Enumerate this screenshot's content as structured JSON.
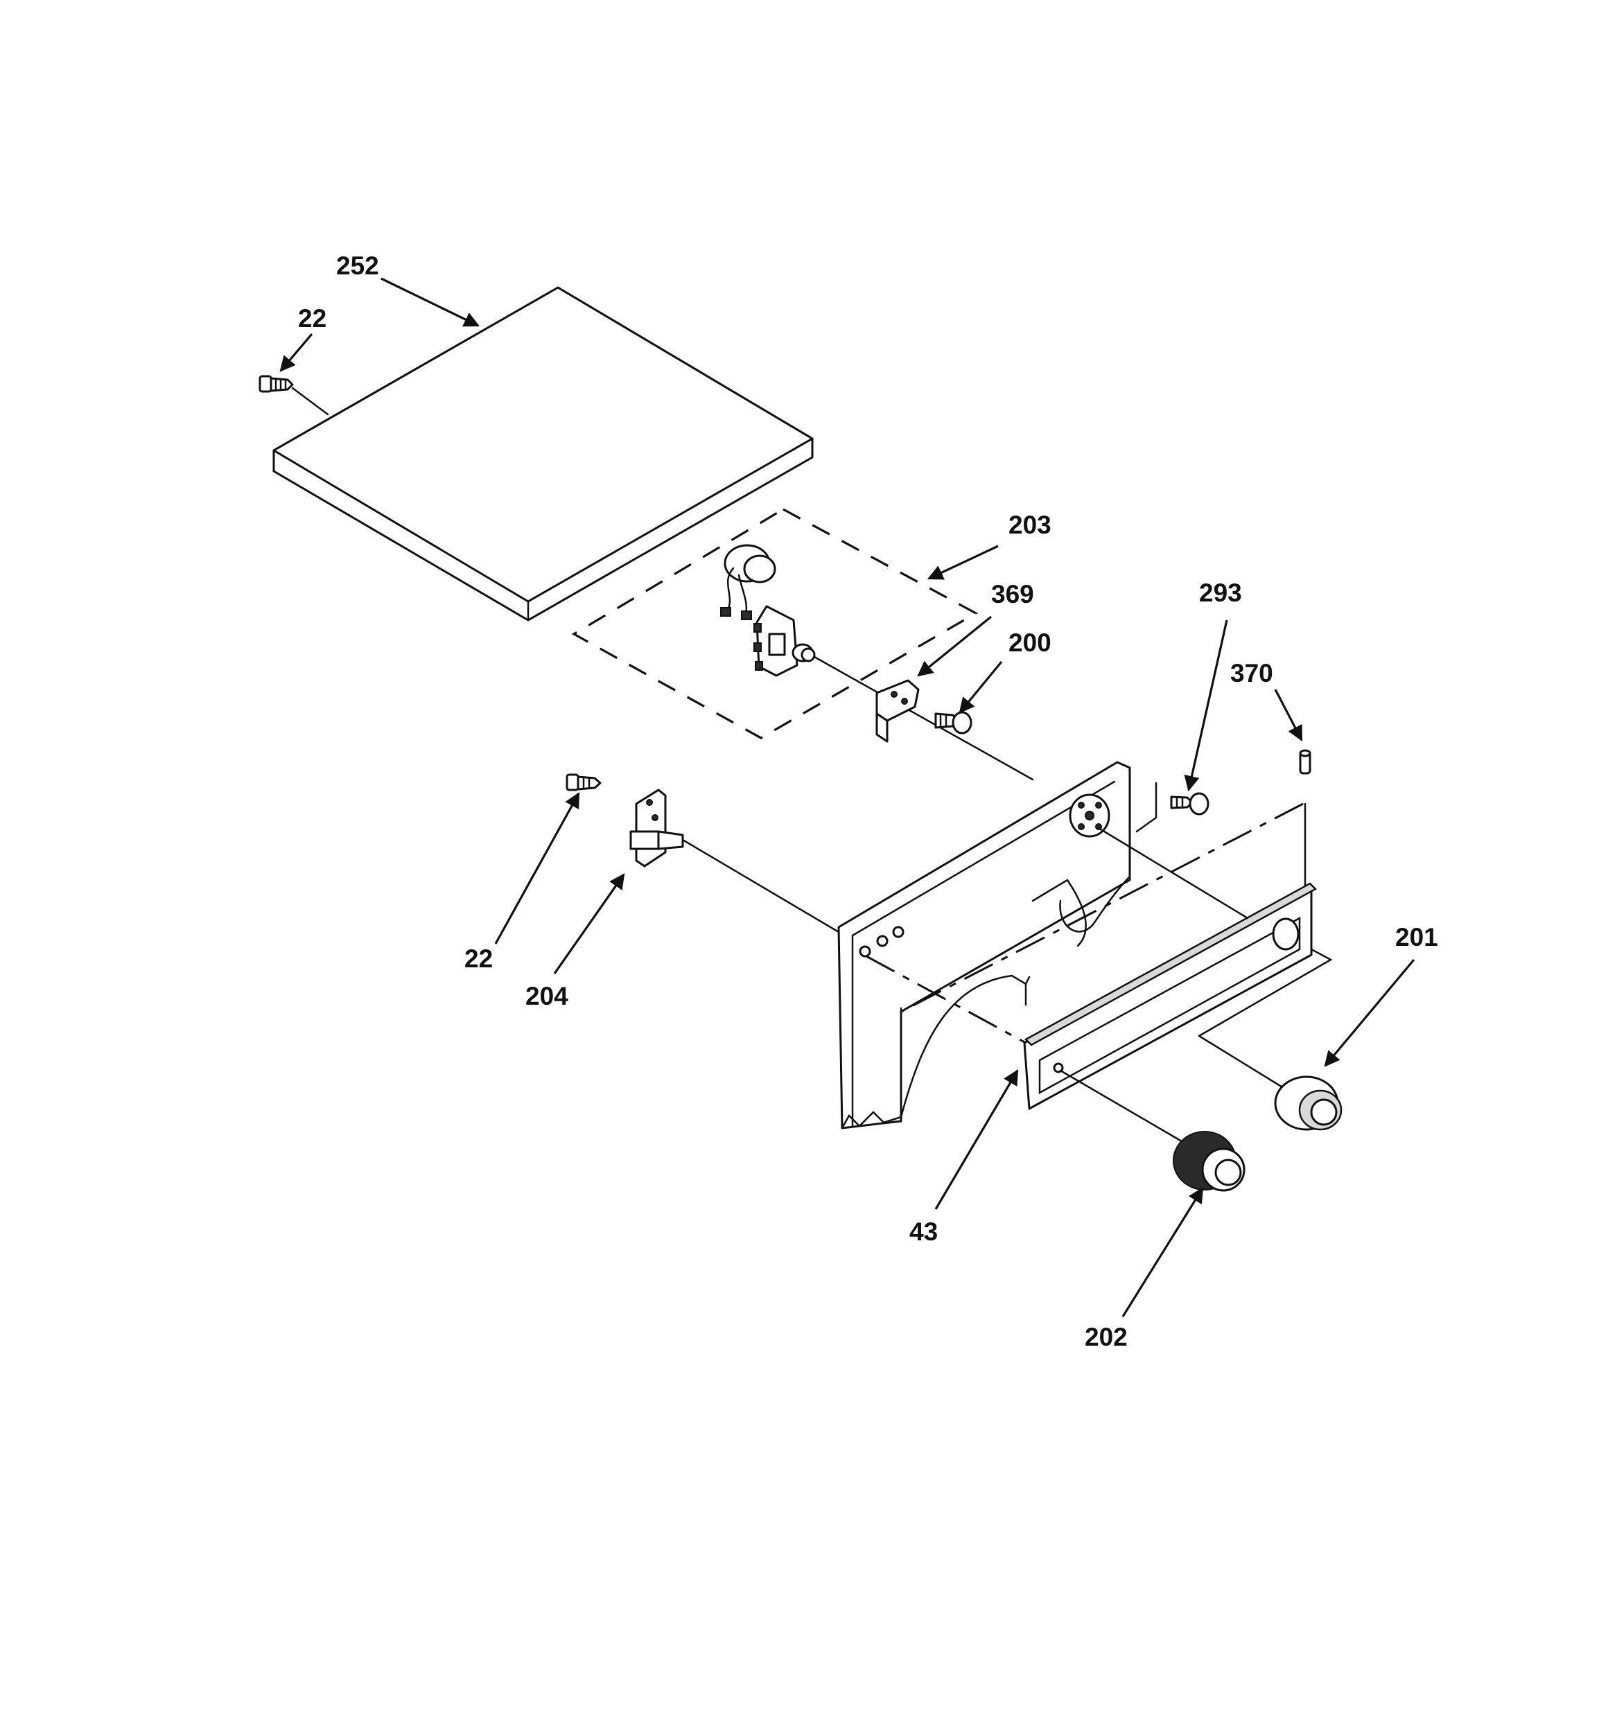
{
  "callouts": {
    "c252": "252",
    "c22_top": "22",
    "c203": "203",
    "c369": "369",
    "c200": "200",
    "c293": "293",
    "c370": "370",
    "c22_bottom": "22",
    "c204": "204",
    "c201": "201",
    "c43": "43",
    "c202": "202"
  },
  "colors": {
    "ink": "#111111",
    "paper": "#ffffff"
  }
}
